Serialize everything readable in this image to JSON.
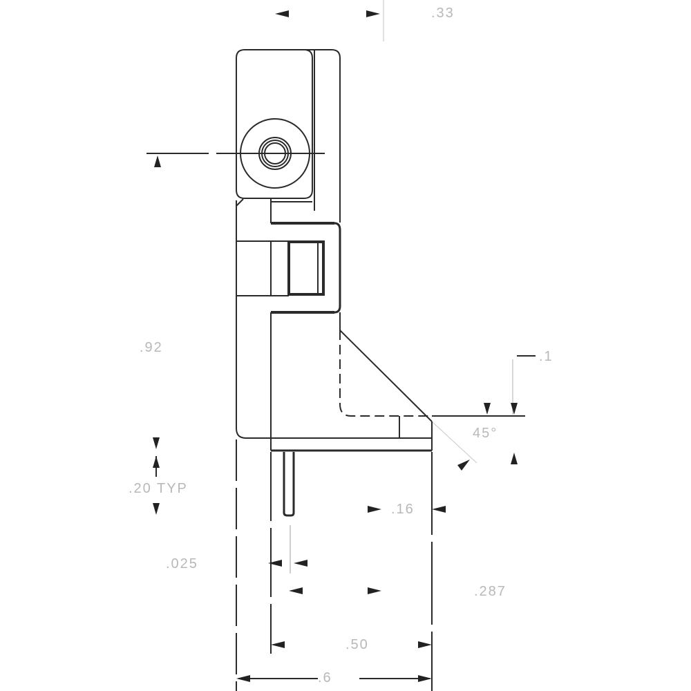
{
  "drawing": {
    "type": "mechanical dimension drawing",
    "view": "side view of terminal block with right-angle pin",
    "line_color": "#2a2a2a",
    "label_color": "#b8b8b8"
  },
  "dimensions": {
    "top_width": ".33",
    "overall_height": ".92",
    "pin_pitch": ".20 TYP",
    "pin_offset": ".16",
    "pin_diameter": ".025",
    "pin_to_edge": ".287",
    "pin_to_right": ".50",
    "overall_depth": ".6",
    "chamfer_angle": "45°",
    "small_offset": ".1"
  },
  "features": {
    "screw_hole": "wire clamp screw (concentric circles)",
    "wire_entry": "rectangular wire entry opening",
    "pin": "solder pin",
    "chamfer": "45 degree bevel on lower right"
  }
}
